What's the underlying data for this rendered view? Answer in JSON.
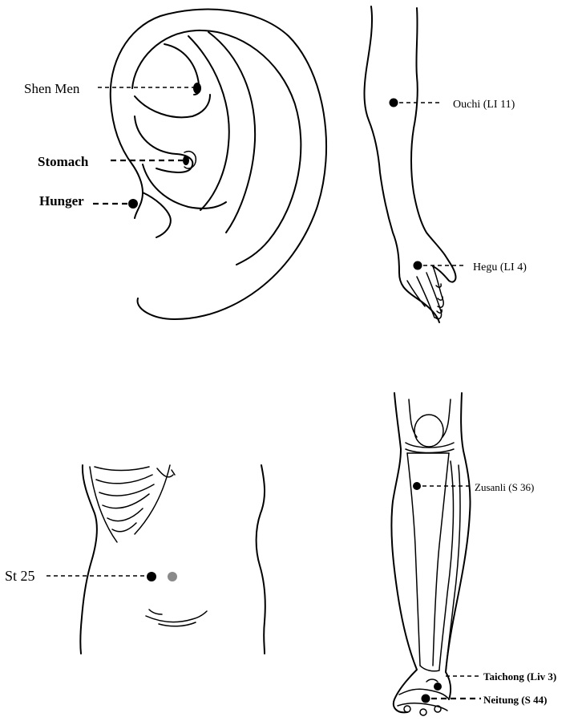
{
  "panels": {
    "ear": {
      "points": [
        {
          "label": "Shen Men"
        },
        {
          "label": "Stomach"
        },
        {
          "label": "Hunger"
        }
      ]
    },
    "arm": {
      "points": [
        {
          "label": "Ouchi (LI 11)"
        },
        {
          "label": "Hegu (LI 4)"
        }
      ]
    },
    "abdomen": {
      "points": [
        {
          "label": "St 25"
        }
      ]
    },
    "leg": {
      "points": [
        {
          "label": "Zusanli (S 36)"
        },
        {
          "label": "Taichong  (Liv 3)"
        },
        {
          "label": "Neitung (S 44)"
        }
      ]
    }
  },
  "colors": {
    "ink": "#000000",
    "secondary_point": "#8a8a8a"
  }
}
